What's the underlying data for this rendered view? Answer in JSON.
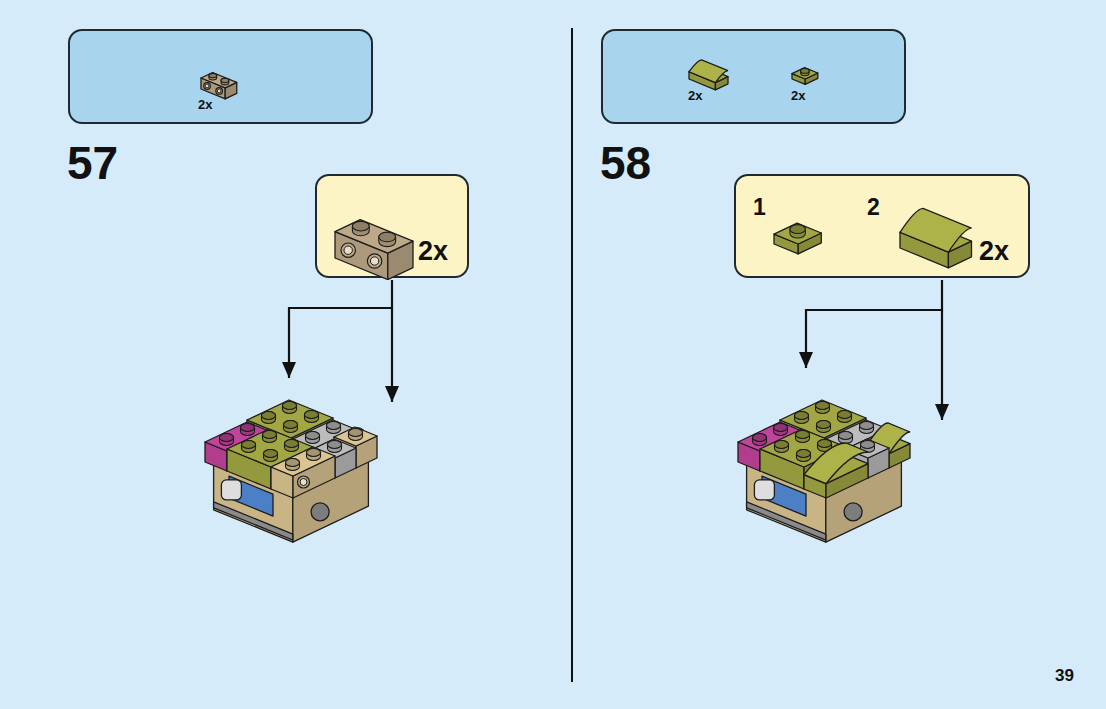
{
  "diagram": {
    "nodes": [
      {
        "text": [
          "2x"
        ]
      },
      {
        "text": [
          "2x"
        ]
      },
      {
        "text": [
          "2x",
          "2x"
        ]
      },
      {
        "text": [
          "1",
          "2",
          "2x"
        ]
      }
    ],
    "labels": [
      "57",
      "58",
      "39"
    ]
  }
}
